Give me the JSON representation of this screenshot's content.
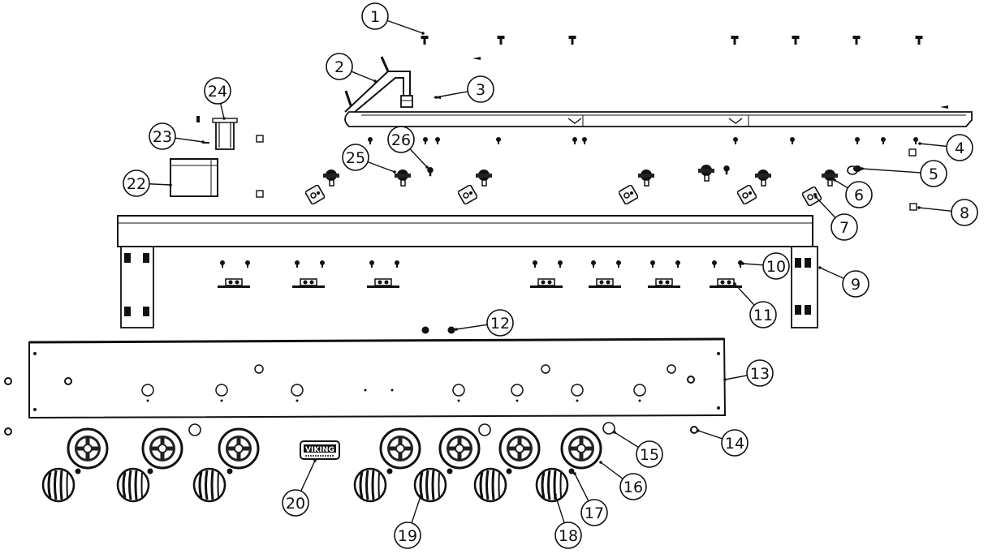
{
  "diagram": {
    "type": "exploded-parts-view",
    "brand_badge_text": "VIKING",
    "callouts": [
      {
        "number": "1"
      },
      {
        "number": "2"
      },
      {
        "number": "3"
      },
      {
        "number": "4"
      },
      {
        "number": "5"
      },
      {
        "number": "6"
      },
      {
        "number": "7"
      },
      {
        "number": "8"
      },
      {
        "number": "9"
      },
      {
        "number": "10"
      },
      {
        "number": "11"
      },
      {
        "number": "12"
      },
      {
        "number": "13"
      },
      {
        "number": "14"
      },
      {
        "number": "15"
      },
      {
        "number": "16"
      },
      {
        "number": "17"
      },
      {
        "number": "18"
      },
      {
        "number": "19"
      },
      {
        "number": "20"
      },
      {
        "number": "22"
      },
      {
        "number": "23"
      },
      {
        "number": "24"
      },
      {
        "number": "25"
      },
      {
        "number": "26"
      }
    ]
  }
}
